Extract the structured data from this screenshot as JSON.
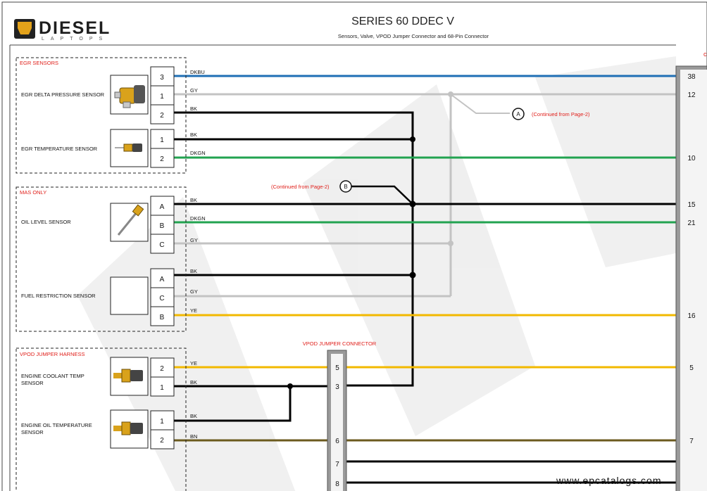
{
  "brand": {
    "name": "DIESEL",
    "subname": "LAPTOPS"
  },
  "header": {
    "title": "SERIES 60 DDEC V",
    "subtitle": "Sensors, Valve, VPOD Jumper Connector and 68-Pin Connector"
  },
  "groups": {
    "egr": "EGR SENSORS",
    "mas": "MAS ONLY",
    "vpod": "VPOD JUMPER HARNESS"
  },
  "sensors": {
    "egr_delta": "EGR DELTA PRESSURE SENSOR",
    "egr_temp": "EGR TEMPERATURE SENSOR",
    "oil_level": "OIL LEVEL SENSOR",
    "fuel_restriction": "FUEL RESTRICTION SENSOR",
    "coolant_temp_1": "ENGINE COOLANT TEMP",
    "coolant_temp_2": "SENSOR",
    "oil_temp_1": "ENGINE OIL  TEMPERATURE",
    "oil_temp_2": "SENSOR"
  },
  "pins": {
    "egr_delta": [
      "3",
      "1",
      "2"
    ],
    "egr_temp": [
      "1",
      "2"
    ],
    "oil_level": [
      "A",
      "B",
      "C"
    ],
    "fuel_restriction": [
      "A",
      "C",
      "B"
    ],
    "coolant_temp": [
      "2",
      "1"
    ],
    "oil_temp": [
      "1",
      "2"
    ]
  },
  "wires": [
    "DKBU",
    "GY",
    "BK",
    "BK",
    "DKGN",
    "BK",
    "DKGN",
    "GY",
    "BK",
    "GY",
    "YE",
    "YE",
    "BK",
    "BK",
    "BN"
  ],
  "ecu_pins": [
    "38",
    "12",
    "10",
    "15",
    "21",
    "16",
    "5",
    "7"
  ],
  "vpod": {
    "title": "VPOD JUMPER CONNECTOR",
    "pins": [
      "5",
      "3",
      "6",
      "7",
      "8"
    ]
  },
  "refs": {
    "a": {
      "label": "A",
      "text": "(Continued from Page-2)"
    },
    "b": {
      "label": "B",
      "text": "(Continued from Page-2)"
    }
  },
  "watermark_url": "www.epcatalogs.com",
  "colors": {
    "DKBU": "#1f6fb5",
    "GY": "#c3c3c3",
    "BK": "#000000",
    "DKGN": "#22a350",
    "YE": "#f2b900",
    "BN": "#6b5a1e",
    "red": "#e0201b"
  }
}
